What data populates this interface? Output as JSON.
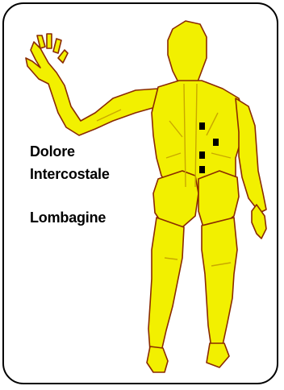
{
  "labels": {
    "line1": "Dolore",
    "line2": "Intercostale",
    "line3": "Lombagine"
  },
  "colors": {
    "body_fill": "#f2f000",
    "outline": "#8a2a00",
    "shade": "#c9a800",
    "points": "#000000"
  },
  "figure": {
    "icon": "human-figure-back-view",
    "point_count": 4
  }
}
